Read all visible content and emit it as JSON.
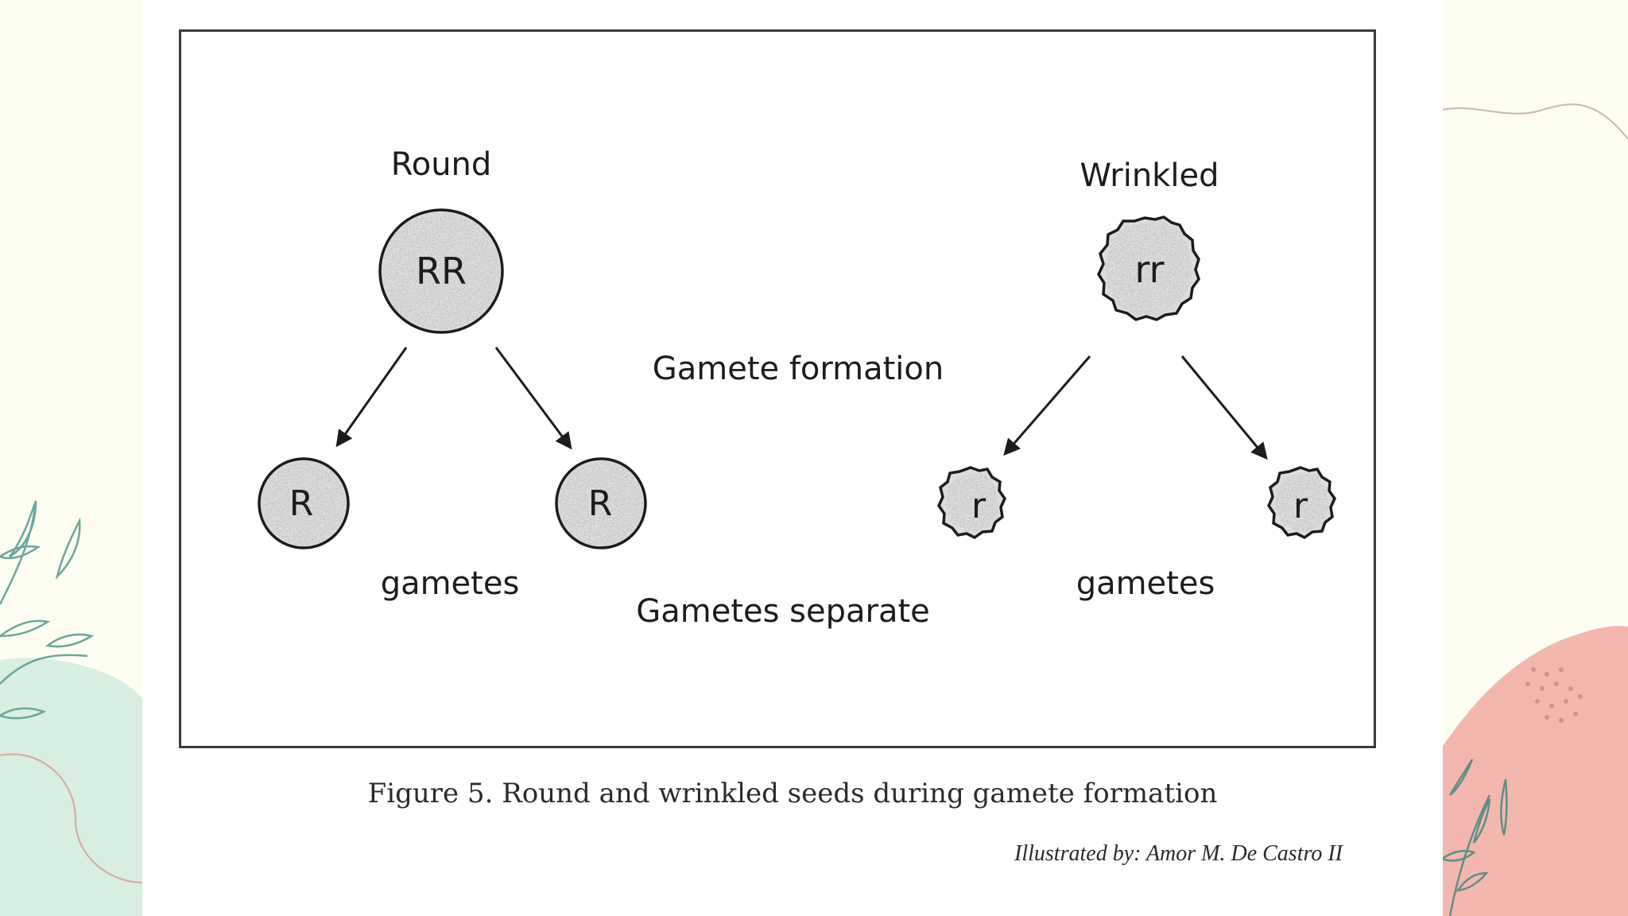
{
  "figure": {
    "round_title": "Round",
    "wrinkled_title": "Wrinkled",
    "round_parent_genotype": "RR",
    "wrinkled_parent_genotype": "rr",
    "round_gamete_allele": "R",
    "wrinkled_gamete_allele": "r",
    "gamete_formation_label": "Gamete formation",
    "round_gametes_label": "gametes",
    "wrinkled_gametes_label": "gametes",
    "gametes_separate_label": "Gametes separate"
  },
  "caption": "Figure 5. Round and wrinkled seeds during gamete formation",
  "credit": "Illustrated by: Amor M. De Castro II",
  "colors": {
    "background": "#fdfdf2",
    "left_blob": "#d8efe1",
    "right_blob": "#f4b7ad",
    "seed_fill": "#dcdcdc",
    "outline": "#1c1c1c"
  }
}
